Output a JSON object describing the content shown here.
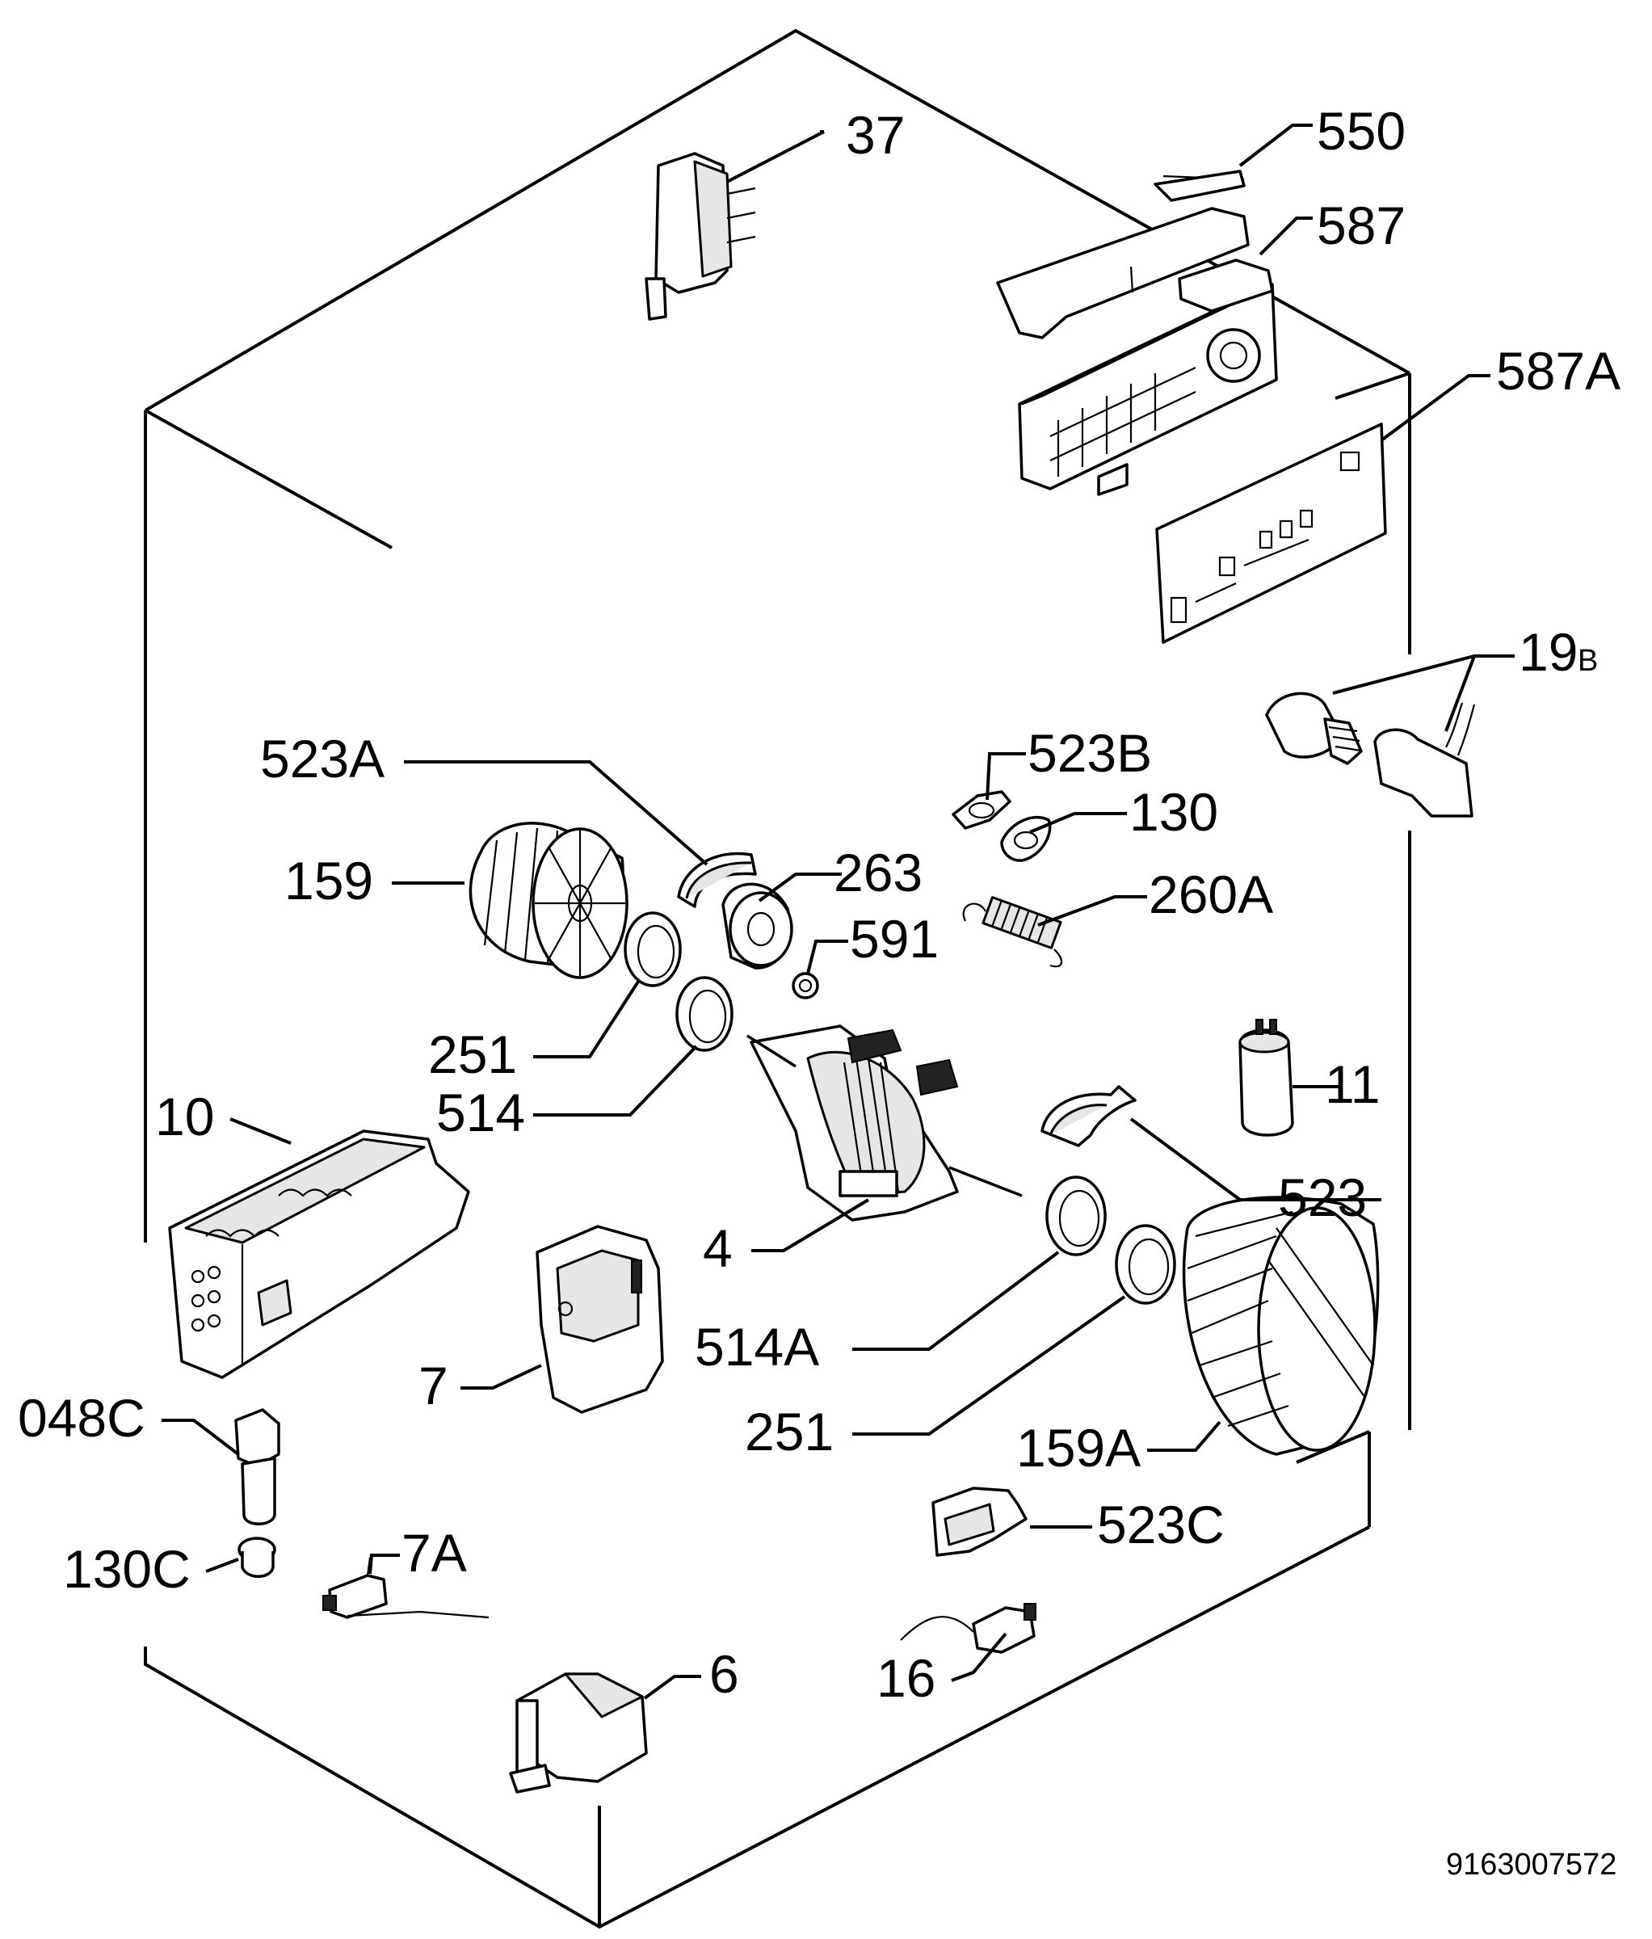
{
  "diagram": {
    "ref_number": "9163007572",
    "labels": {
      "p37": "37",
      "p550": "550",
      "p587": "587",
      "p587A": "587A",
      "p19B_main": "19",
      "p19B_sub": "B",
      "p523A": "523A",
      "p523B": "523B",
      "p130": "130",
      "p159": "159",
      "p263": "263",
      "p260A": "260A",
      "p591": "591",
      "p251_top": "251",
      "p514": "514",
      "p11": "11",
      "p10": "10",
      "p523": "523",
      "p4": "4",
      "p514A": "514A",
      "p7": "7",
      "p251_bottom": "251",
      "p159A": "159A",
      "p048C": "048C",
      "p130C": "130C",
      "p7A": "7A",
      "p523C": "523C",
      "p6": "6",
      "p16": "16"
    }
  }
}
